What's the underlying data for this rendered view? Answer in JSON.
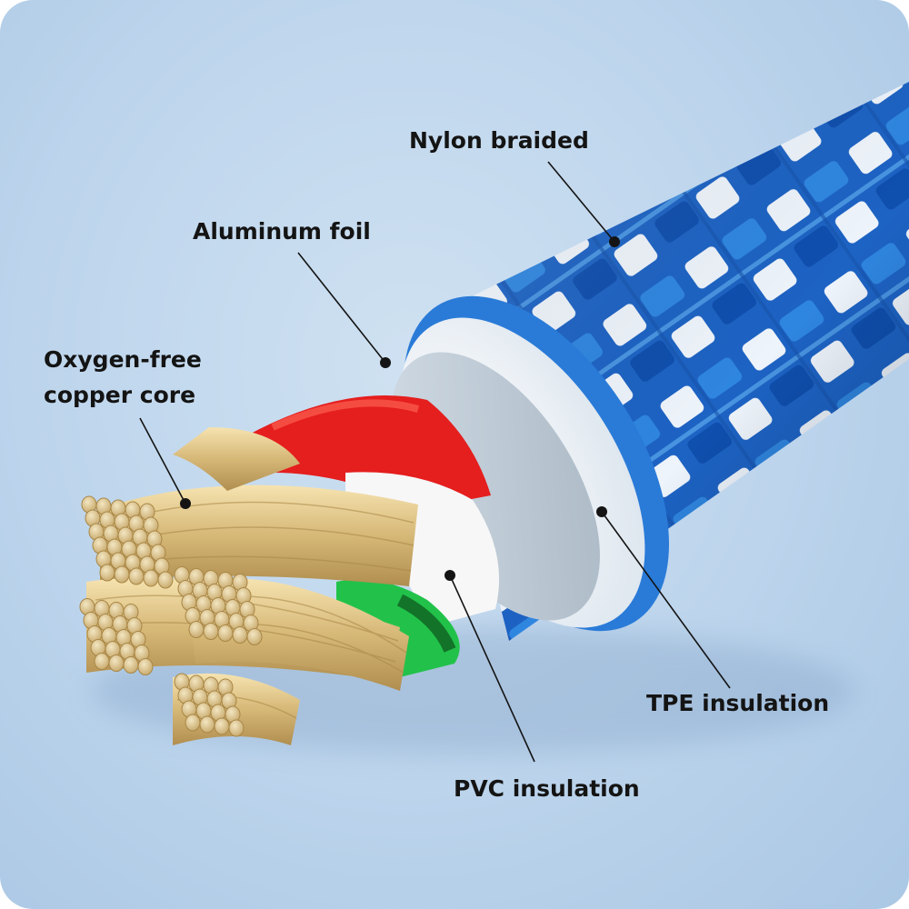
{
  "labels": {
    "nylon_braided": "Nylon braided",
    "aluminum_foil": "Aluminum foil",
    "copper_core_line1": "Oxygen-free",
    "copper_core_line2": "copper core",
    "tpe_insulation": "TPE insulation",
    "pvc_insulation": "PVC insulation"
  },
  "colors": {
    "background": "#bcd4ec",
    "braid_blue": "#1e66c8",
    "braid_white": "#eef4fb",
    "tpe_white": "#f2f6fa",
    "foil_gray": "#b9c6d2",
    "wire_red": "#e51e1e",
    "wire_white": "#f7f7f7",
    "wire_green": "#22c24a",
    "copper": "#d9bf84"
  }
}
